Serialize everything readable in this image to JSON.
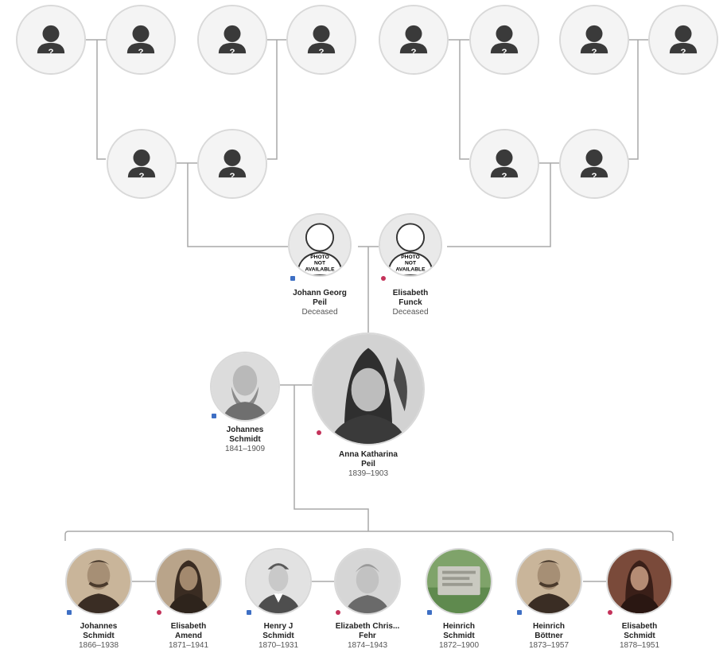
{
  "unknown_ancestor_marker": "?",
  "photo_placeholder_text": [
    "PHOTO",
    "NOT",
    "AVAILABLE"
  ],
  "parents": [
    {
      "name": "Johann Georg\nPeil",
      "status": "Deceased",
      "gender": "male"
    },
    {
      "name": "Elisabeth\nFunck",
      "status": "Deceased",
      "gender": "female"
    }
  ],
  "couple": [
    {
      "name": "Johannes\nSchmidt",
      "dates": "1841–1909",
      "gender": "male"
    },
    {
      "name": "Anna Katharina\nPeil",
      "dates": "1839–1903",
      "gender": "female"
    }
  ],
  "children": [
    {
      "name": "Johannes\nSchmidt",
      "dates": "1866–1938",
      "gender": "male",
      "photo": "sepia-man-mustache"
    },
    {
      "name": "Elisabeth\nAmend",
      "dates": "1871–1941",
      "gender": "female",
      "photo": "sepia-woman"
    },
    {
      "name": "Henry J\nSchmidt",
      "dates": "1870–1931",
      "gender": "male",
      "photo": "gray-young-man"
    },
    {
      "name": "Elizabeth Chris...\nFehr",
      "dates": "1874–1943",
      "gender": "female",
      "photo": "gray-child"
    },
    {
      "name": "Heinrich\nSchmidt",
      "dates": "1872–1900",
      "gender": "male",
      "photo": "green-gravestone"
    },
    {
      "name": "Heinrich\nBöttner",
      "dates": "1873–1957",
      "gender": "male",
      "photo": "sepia-man-mustache"
    },
    {
      "name": "Elisabeth\nSchmidt",
      "dates": "1878–1951",
      "gender": "female",
      "photo": "sepia-woman-dark"
    }
  ],
  "colors": {
    "line": "#a9a9a9",
    "male": "#3e6fc4",
    "female": "#c4325a",
    "silhouette": "#3a3a3a"
  }
}
